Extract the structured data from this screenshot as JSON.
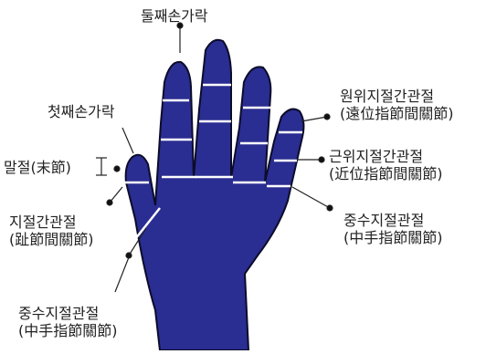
{
  "labels": {
    "second_finger": "둘째손가락",
    "first_finger": "첫째손가락",
    "distal_phalanx": "말절(末節)",
    "ip_joint": {
      "line1": "지절간관절",
      "line2": "(趾節間關節)"
    },
    "mcp_joint_left": {
      "line1": "중수지절관절",
      "line2": "(中手指節關節)"
    },
    "dip_joint": {
      "line1": "원위지절간관절",
      "line2": "(遠位指節間關節)"
    },
    "pip_joint": {
      "line1": "근위지절간관절",
      "line2": "(近位指節間關節)"
    },
    "mcp_joint_right": {
      "line1": "중수지절관절",
      "line2": "(中手指節關節)"
    }
  },
  "colors": {
    "hand_fill": "#2a2d91",
    "outline": "#0c0c2a",
    "joint_line": "#ffffff",
    "label_text": "#222222"
  }
}
